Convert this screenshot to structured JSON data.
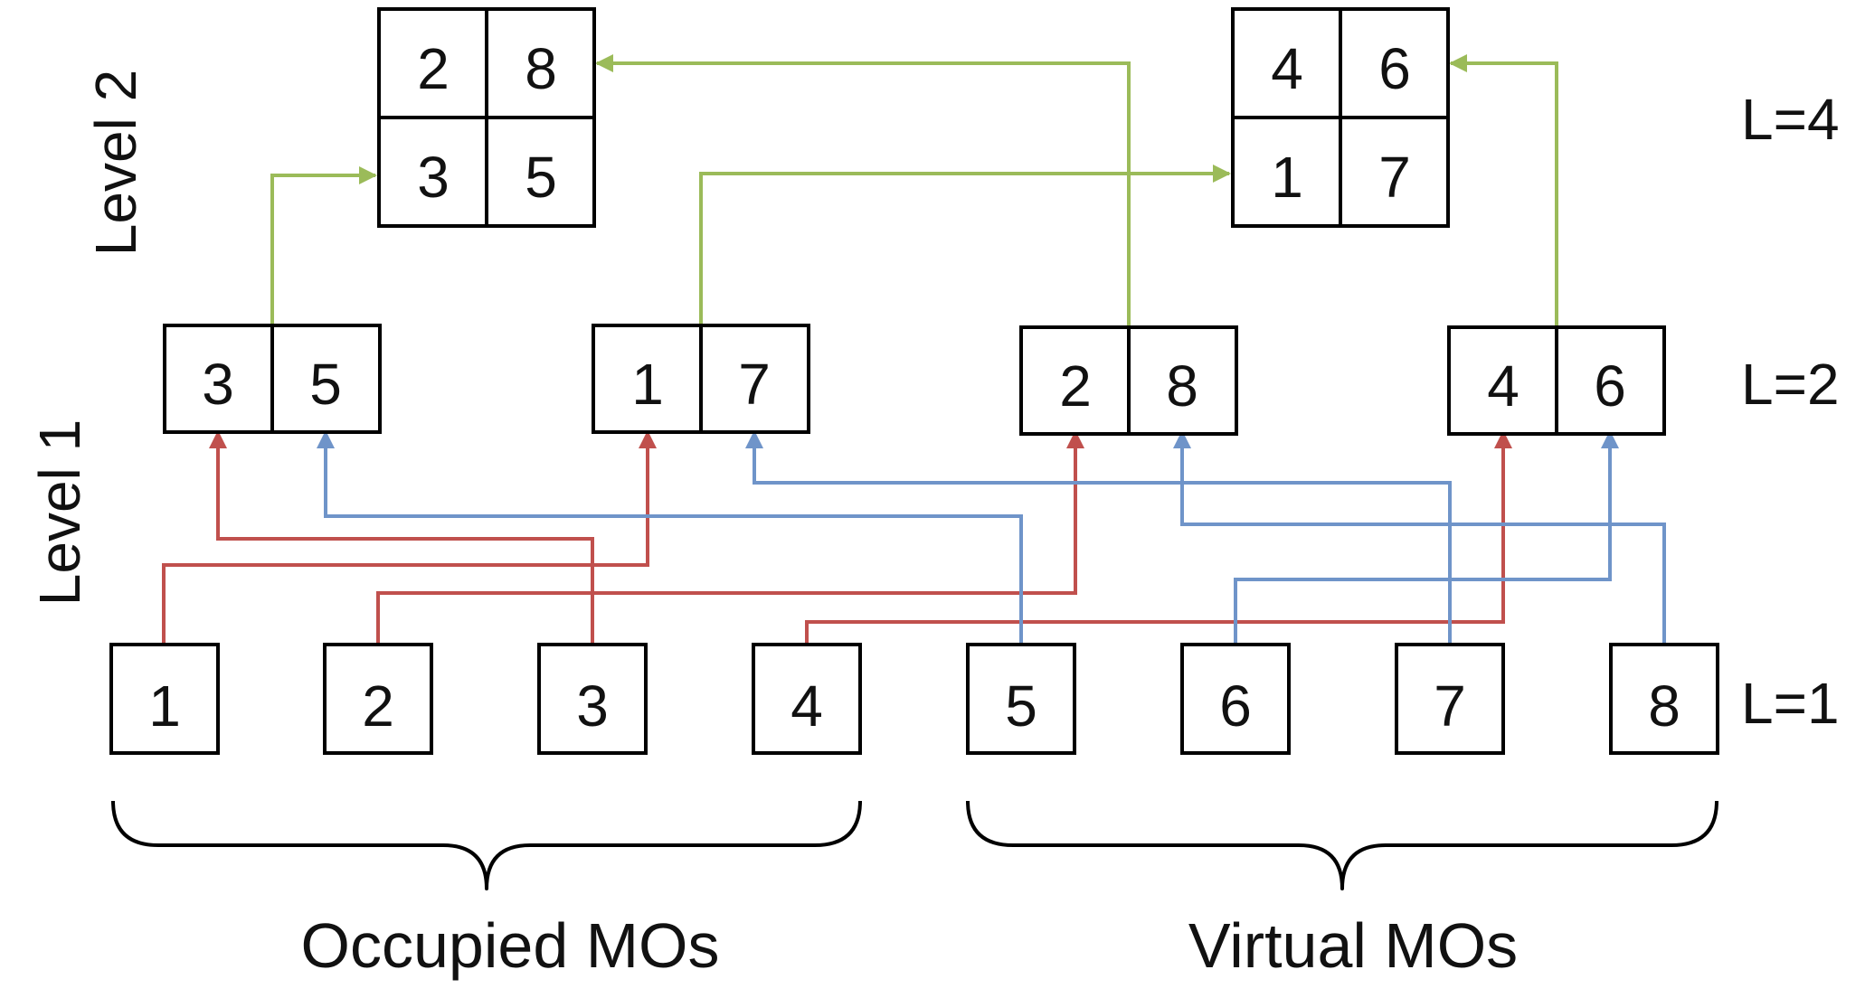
{
  "colors": {
    "red": "#c0504d",
    "blue": "#6f94c9",
    "green": "#9bbb59"
  },
  "level_labels": {
    "level2": "Level 2",
    "level1": "Level 1"
  },
  "row_labels": {
    "l4": "L=4",
    "l2": "L=2",
    "l1": "L=1"
  },
  "level1_boxes": [
    "1",
    "2",
    "3",
    "4",
    "5",
    "6",
    "7",
    "8"
  ],
  "l2_pairs": [
    [
      "3",
      "5"
    ],
    [
      "1",
      "7"
    ],
    [
      "2",
      "8"
    ],
    [
      "4",
      "6"
    ]
  ],
  "l4_blocks": [
    [
      [
        "2",
        "8"
      ],
      [
        "3",
        "5"
      ]
    ],
    [
      [
        "4",
        "6"
      ],
      [
        "1",
        "7"
      ]
    ]
  ],
  "groups": {
    "occupied": "Occupied MOs",
    "virtual": "Virtual MOs"
  }
}
